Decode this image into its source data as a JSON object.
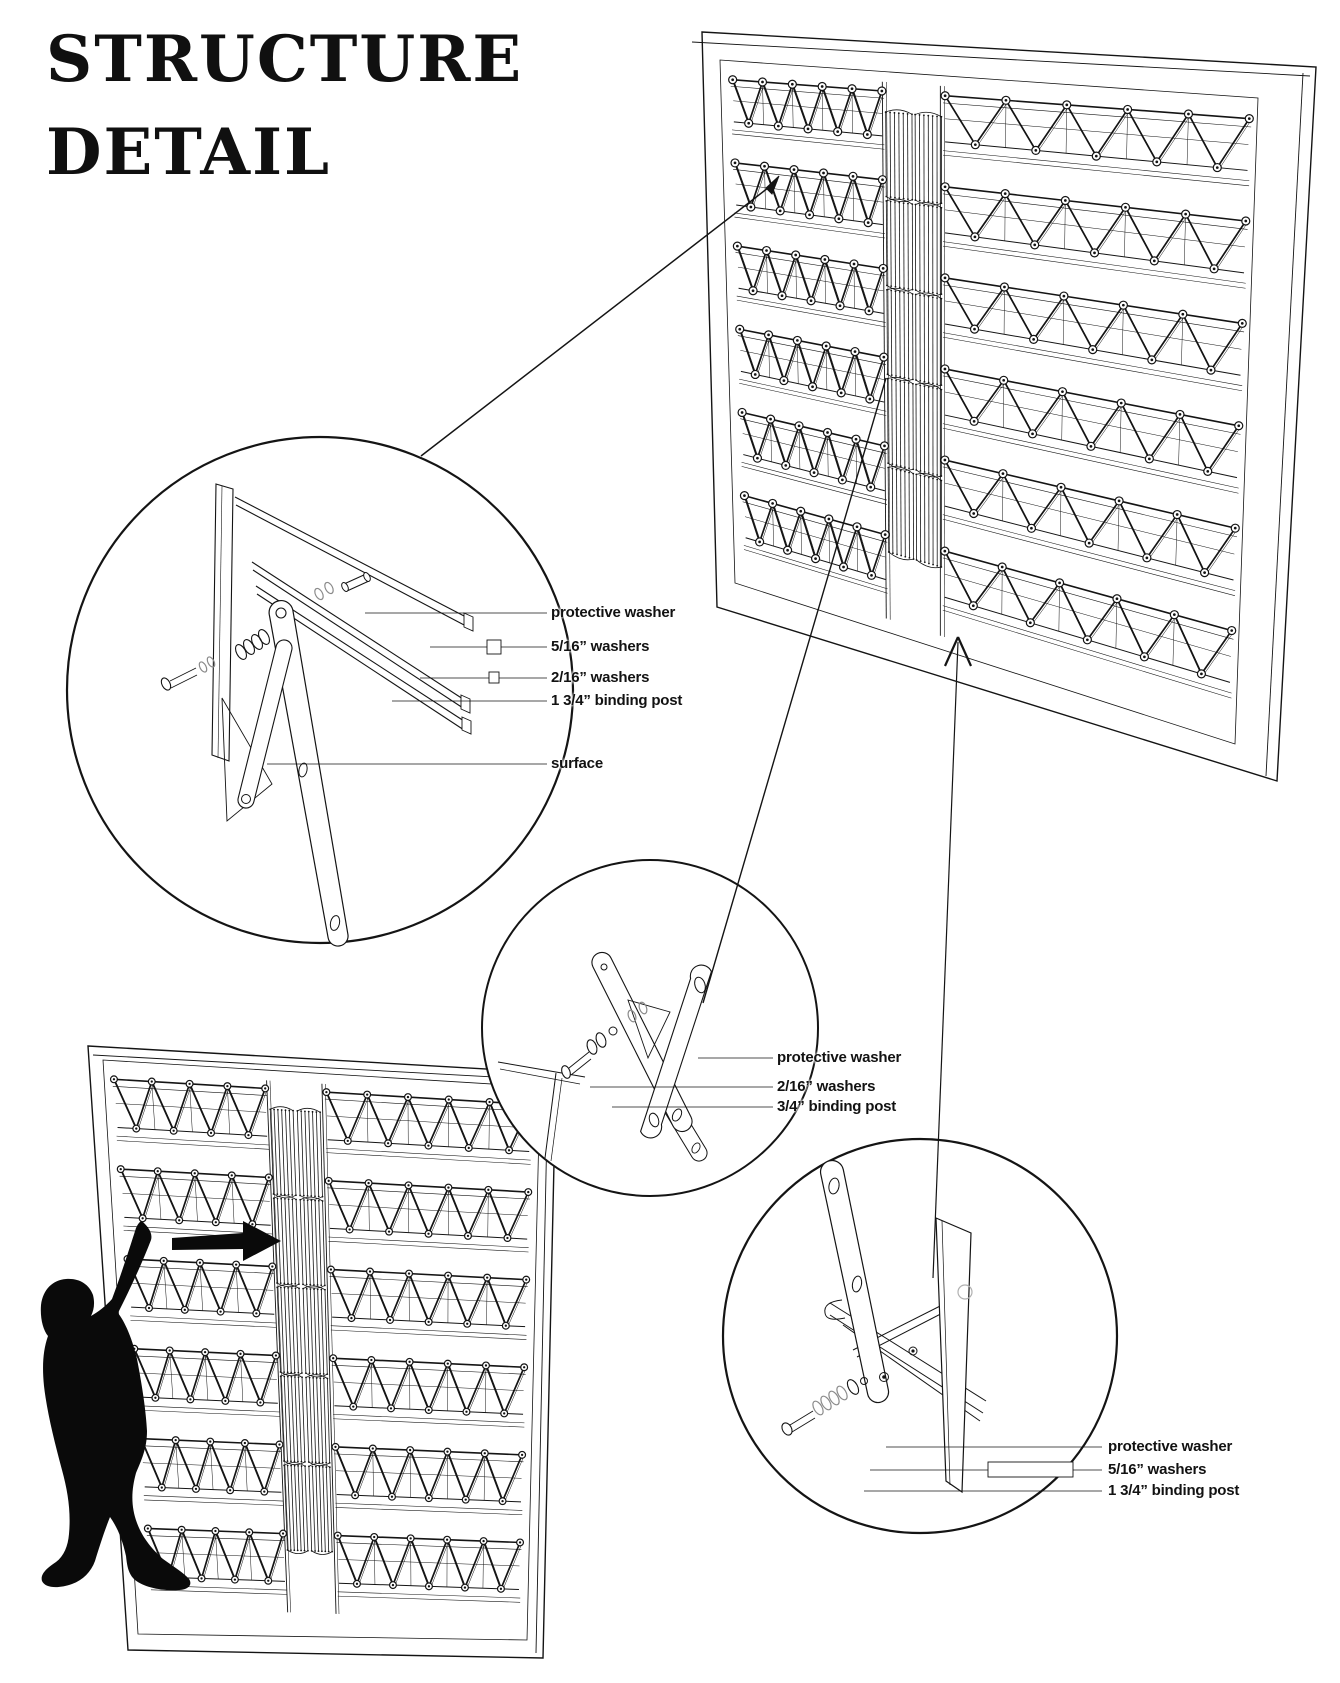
{
  "title": {
    "line1": "STRUCTURE",
    "line2": "DETAIL"
  },
  "callouts": {
    "left": {
      "labels": [
        "protective washer",
        "5/16” washers",
        "2/16” washers",
        "1 3/4” binding post",
        "surface"
      ]
    },
    "middle": {
      "labels": [
        "protective washer",
        "2/16” washers",
        "3/4” binding post"
      ]
    },
    "bottom_right": {
      "labels": [
        "protective washer",
        "5/16” washers",
        "1 3/4” binding post"
      ]
    }
  },
  "colors": {
    "ink": "#141414",
    "background": "#ffffff",
    "muted": "#8a8a8a",
    "ghost": "#b0b0b0"
  }
}
